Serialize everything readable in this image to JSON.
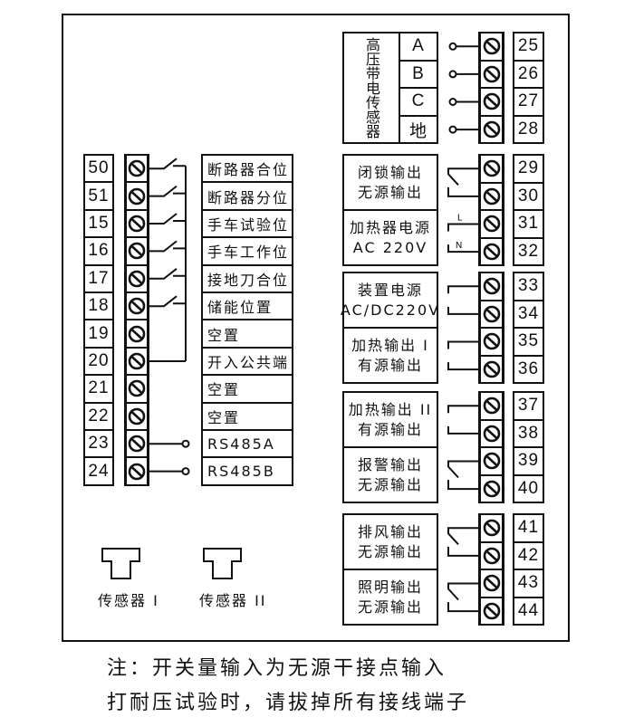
{
  "high_voltage_sensor": {
    "label": "高压带电传感器",
    "phases": [
      {
        "phase": "A",
        "terminal": "25"
      },
      {
        "phase": "B",
        "terminal": "26"
      },
      {
        "phase": "C",
        "terminal": "27"
      },
      {
        "phase": "地",
        "terminal": "28"
      }
    ]
  },
  "left_terminals": [
    {
      "terminal": "50",
      "label": "断路器合位",
      "wiring": "switch"
    },
    {
      "terminal": "51",
      "label": "断路器分位",
      "wiring": "switch"
    },
    {
      "terminal": "15",
      "label": "手车试验位",
      "wiring": "switch"
    },
    {
      "terminal": "16",
      "label": "手车工作位",
      "wiring": "switch"
    },
    {
      "terminal": "17",
      "label": "接地刀合位",
      "wiring": "switch"
    },
    {
      "terminal": "18",
      "label": "储能位置",
      "wiring": "switch"
    },
    {
      "terminal": "19",
      "label": "空置",
      "wiring": "none"
    },
    {
      "terminal": "20",
      "label": "开入公共端",
      "wiring": "common"
    },
    {
      "terminal": "21",
      "label": "空置",
      "wiring": "none"
    },
    {
      "terminal": "22",
      "label": "空置",
      "wiring": "none"
    },
    {
      "terminal": "23",
      "label": "RS485A",
      "wiring": "port"
    },
    {
      "terminal": "24",
      "label": "RS485B",
      "wiring": "port"
    }
  ],
  "right_groups": [
    {
      "blocks": [
        {
          "lines": [
            "闭锁输出",
            "无源输出"
          ],
          "terminals": [
            "29",
            "30"
          ],
          "wiring": "relay"
        },
        {
          "lines": [
            "加热器电源",
            "AC 220V"
          ],
          "terminals": [
            "31",
            "32"
          ],
          "wiring": "power",
          "wire_labels": [
            "L",
            "N"
          ]
        }
      ]
    },
    {
      "blocks": [
        {
          "lines": [
            "装置电源",
            "AC/DC220V"
          ],
          "terminals": [
            "33",
            "34"
          ],
          "wiring": "plain"
        },
        {
          "lines": [
            "加热输出 I",
            "有源输出"
          ],
          "terminals": [
            "35",
            "36"
          ],
          "wiring": "plain"
        }
      ]
    },
    {
      "blocks": [
        {
          "lines": [
            "加热输出 II",
            "有源输出"
          ],
          "terminals": [
            "37",
            "38"
          ],
          "wiring": "plain"
        },
        {
          "lines": [
            "报警输出",
            "无源输出"
          ],
          "terminals": [
            "39",
            "40"
          ],
          "wiring": "relay"
        }
      ]
    },
    {
      "blocks": [
        {
          "lines": [
            "排风输出",
            "无源输出"
          ],
          "terminals": [
            "41",
            "42"
          ],
          "wiring": "relay"
        },
        {
          "lines": [
            "照明输出",
            "无源输出"
          ],
          "terminals": [
            "43",
            "44"
          ],
          "wiring": "relay"
        }
      ]
    }
  ],
  "sensors": [
    {
      "label": "传感器 I"
    },
    {
      "label": "传感器 II"
    }
  ],
  "notes": [
    "注：开关量输入为无源干接点输入",
    "打耐压试验时，请拔掉所有接线端子"
  ]
}
